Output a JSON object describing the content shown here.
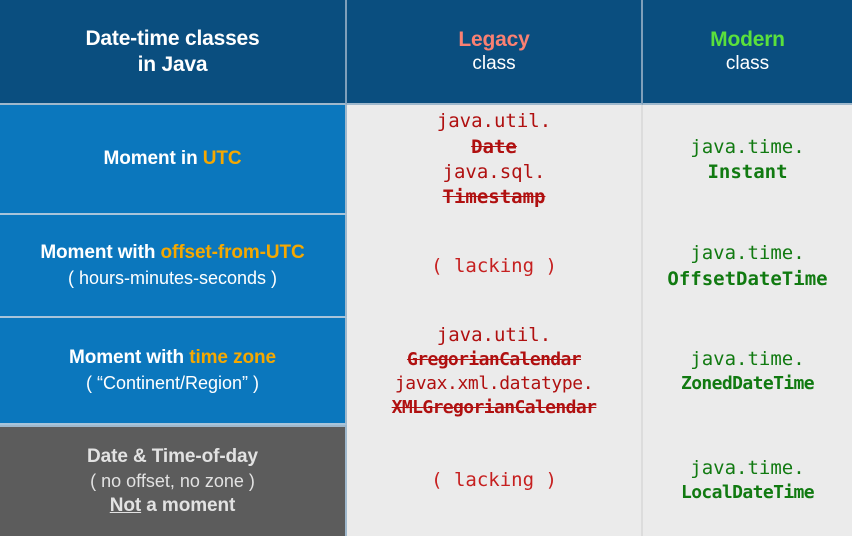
{
  "header": {
    "label_col": {
      "line1": "Date-time classes",
      "line2": "in Java"
    },
    "legacy_col": {
      "line1": "Legacy",
      "line2": "class",
      "accent_color": "#fa8072"
    },
    "modern_col": {
      "line1": "Modern",
      "line2": "class",
      "accent_color": "#5ae03c"
    }
  },
  "colors": {
    "header_bg": "#0a4e7f",
    "label_bg": "#0b77bd",
    "label_bg_gray": "#5c5c5c",
    "code_bg": "#ebebeb",
    "legacy_text": "#b01010",
    "lacking_text": "#c62020",
    "modern_text": "#117a11",
    "amber_accent": "#f5a800"
  },
  "rows": [
    {
      "label": {
        "main_prefix": "Moment in ",
        "main_accent": "UTC",
        "sub": ""
      },
      "legacy": [
        {
          "pkg": "java.util.",
          "cls": "Date",
          "struck": true
        },
        {
          "pkg": "java.sql.",
          "cls": "Timestamp",
          "struck": true
        }
      ],
      "modern": [
        {
          "pkg": "java.time.",
          "cls": "Instant",
          "struck": false
        }
      ]
    },
    {
      "label": {
        "main_prefix": "Moment with ",
        "main_accent": "offset-from-UTC",
        "sub": "( hours-minutes-seconds )"
      },
      "legacy_lacking": "( lacking )",
      "modern": [
        {
          "pkg": "java.time.",
          "cls": "OffsetDateTime",
          "struck": false
        }
      ]
    },
    {
      "label": {
        "main_prefix": "Moment with ",
        "main_accent": "time zone",
        "sub": "( “Continent/Region” )"
      },
      "legacy": [
        {
          "pkg": "java.util.",
          "cls": "GregorianCalendar",
          "struck": true
        },
        {
          "pkg": "javax.xml.datatype.",
          "cls": "XMLGregorianCalendar",
          "struck": true
        }
      ],
      "modern": [
        {
          "pkg": "java.time.",
          "cls": "ZonedDateTime",
          "struck": false
        }
      ]
    },
    {
      "label": {
        "main": "Date & Time-of-day",
        "sub": "( no offset, no zone )",
        "third_underlined": "Not",
        "third_rest": " a moment"
      },
      "legacy_lacking": "( lacking )",
      "modern": [
        {
          "pkg": "java.time.",
          "cls": "LocalDateTime",
          "struck": false
        }
      ]
    }
  ]
}
